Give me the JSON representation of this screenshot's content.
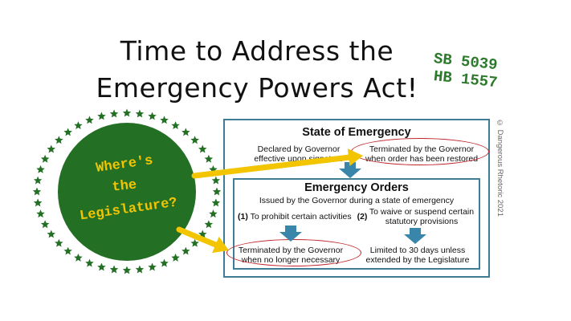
{
  "title": {
    "line1": "Time to Address the",
    "line2": "Emergency Powers Act!"
  },
  "bills": [
    "SB 5039",
    "HB 1557"
  ],
  "copyright": "© Dangerous Rhetoric 2021",
  "seal": {
    "line1": "Where's",
    "line2": "the",
    "line3": "Legislature?",
    "colors": {
      "circle": "#237025",
      "text": "#f2c500"
    }
  },
  "state_of_emergency": {
    "heading": "State of Emergency",
    "declared": [
      "Declared by Governor",
      "effective upon signature"
    ],
    "terminated": [
      "Terminated by the Governor",
      "when order has been restored"
    ]
  },
  "emergency_orders": {
    "heading": "Emergency Orders",
    "subheading": "Issued by the Governor during a state of emergency",
    "option1_num": "(1)",
    "option1": "To prohibit certain activities",
    "option2_num": "(2)",
    "option2": [
      "To waive or suspend certain",
      "statutory provisions"
    ],
    "result1": [
      "Terminated by the Governor",
      "when no longer necessary"
    ],
    "result2": [
      "Limited to 30 days unless",
      "extended by the Legislature"
    ]
  },
  "colors": {
    "box_border": "#3f7c96",
    "arrow_blue": "#3a86aa",
    "arrow_yellow": "#f2c500",
    "oval": "#c0262c",
    "bill_text": "#2c7a2c"
  }
}
